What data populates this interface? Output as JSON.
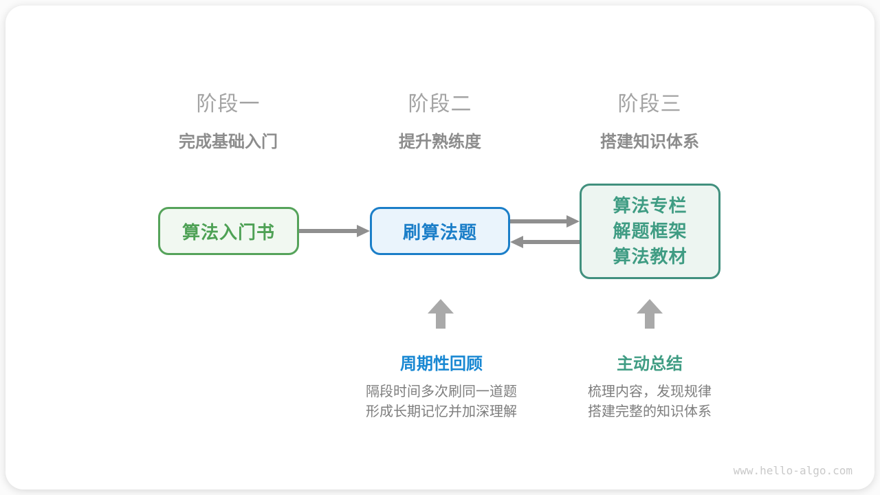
{
  "stages": [
    {
      "title": "阶段一",
      "subtitle": "完成基础入门"
    },
    {
      "title": "阶段二",
      "subtitle": "提升熟练度"
    },
    {
      "title": "阶段三",
      "subtitle": "搭建知识体系"
    }
  ],
  "nodes": {
    "intro_book": {
      "label": "算法入门书"
    },
    "practice": {
      "label": "刷算法题"
    },
    "resources": {
      "lines": [
        "算法专栏",
        "解题框架",
        "算法教材"
      ]
    }
  },
  "annotations": {
    "review": {
      "title": "周期性回顾",
      "desc_line1": "隔段时间多次刷同一道题",
      "desc_line2": "形成长期记忆并加深理解"
    },
    "summary": {
      "title": "主动总结",
      "desc_line1": "梳理内容，发现规律",
      "desc_line2": "搭建完整的知识体系"
    }
  },
  "watermark": "www.hello-algo.com",
  "colors": {
    "green_border": "#55a35a",
    "green_text": "#4ea155",
    "green_fill": "#f1f8f1",
    "blue_border": "#1b7ec8",
    "blue_fill": "#eaf4fc",
    "blue_label": "#1787d2",
    "teal_border": "#41907e",
    "teal_text": "#3f9c83",
    "teal_fill": "#edf5f1",
    "flow_arrow_gray": "#8f8f8f",
    "up_arrow_gray": "#a9a9a9",
    "stage_title_gray": "#a3a3a3",
    "stage_subtitle_gray": "#8c8c8c",
    "description_gray": "#7e7e7e",
    "watermark_gray": "#c9c9c9"
  }
}
